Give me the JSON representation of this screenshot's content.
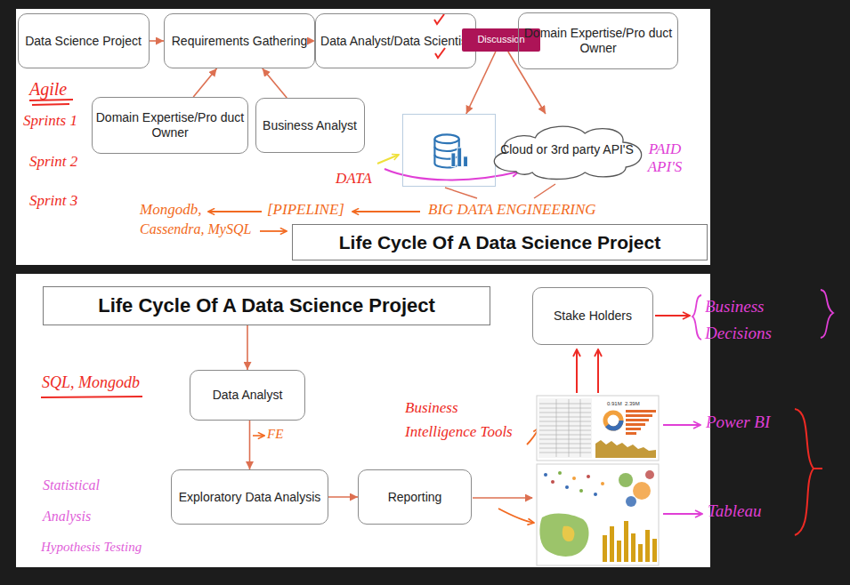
{
  "diagram": {
    "nodes": [
      {
        "text": [
          "Data Science Project"
        ]
      },
      {
        "text": [
          "Requirements Gathering"
        ]
      },
      {
        "text": [
          "Data Analyst/Data Scientist"
        ]
      },
      {
        "text": [
          "Discussion"
        ]
      },
      {
        "text": [
          "Domain Expertise/Pro duct Owner"
        ]
      },
      {
        "text": [
          "Domain Expertise/Pro duct Owner"
        ]
      },
      {
        "text": [
          "Business Analyst"
        ]
      },
      {
        "text": [
          "DATA"
        ]
      },
      {
        "text": [
          "Cloud or 3rd party API'S"
        ]
      },
      {
        "text": [
          "Life Cycle Of A Data Science Project"
        ]
      },
      {
        "text": [
          "Life Cycle Of A Data Science Project"
        ]
      },
      {
        "text": [
          "Data Analyst"
        ]
      },
      {
        "text": [
          "Exploratory Data Analysis"
        ]
      },
      {
        "text": [
          "Reporting"
        ]
      },
      {
        "text": [
          "Stake Holders"
        ]
      }
    ],
    "edges": [
      {
        "from": 0,
        "to": 1,
        "arrow": "to"
      },
      {
        "from": 1,
        "to": 2,
        "arrow": "to"
      },
      {
        "from": 5,
        "to": 1,
        "arrow": "to"
      },
      {
        "from": 6,
        "to": 1,
        "arrow": "to"
      },
      {
        "from": 3,
        "to": 7,
        "arrow": "to"
      },
      {
        "from": 3,
        "to": 8,
        "arrow": "to"
      },
      {
        "from": 10,
        "to": 11,
        "arrow": "to"
      },
      {
        "from": 11,
        "to": 12,
        "arrow": "to"
      },
      {
        "from": 12,
        "to": 13,
        "arrow": "to"
      }
    ],
    "labels": [
      "Agile",
      "Sprints 1",
      "Sprint 2",
      "Sprint 3",
      "Mongodb,",
      "Cassendra, MySQL",
      "[PIPELINE]",
      "BIG DATA ENGINEERING",
      "PAID API'S",
      "SQL, Mongodb",
      "FE",
      "Statistical Analysis",
      "Hypothesis Testing",
      "Business Intelligence Tools",
      "0.91M",
      "2.39M",
      "Business Decisions",
      "Power BI",
      "Tableau"
    ]
  }
}
